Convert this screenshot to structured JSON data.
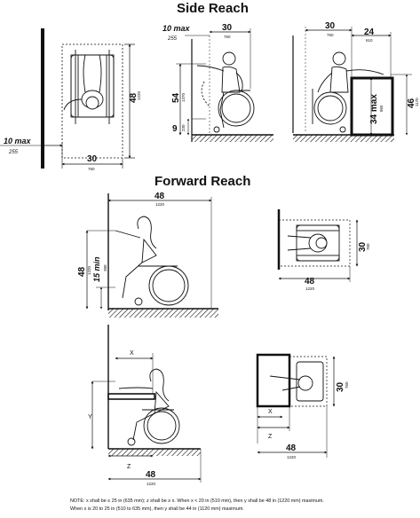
{
  "sections": {
    "side_reach_title": "Side Reach",
    "forward_reach_title": "Forward Reach"
  },
  "side_reach": {
    "plan": {
      "max_in": "10 max",
      "max_mm": "255",
      "width_in": "30",
      "width_mm": "760",
      "depth_in": "48",
      "depth_mm": "1220"
    },
    "elevation_high": {
      "max_in": "10 max",
      "max_mm": "255",
      "width_in": "30",
      "width_mm": "760",
      "high_in": "54",
      "high_mm": "1370",
      "low_in": "9",
      "low_mm": "230"
    },
    "elevation_obstructed": {
      "width_in": "30",
      "width_mm": "760",
      "reach_in": "24",
      "reach_mm": "610",
      "counter_in": "34 max",
      "counter_mm": "865",
      "high_in": "46",
      "high_mm": "1170"
    }
  },
  "forward_reach": {
    "elevation_unobstructed": {
      "width_in": "48",
      "width_mm": "1220",
      "height_in": "48",
      "height_mm": "1220",
      "low_in": "15 min",
      "low_mm": "380"
    },
    "plan_unobstructed": {
      "width_in": "48",
      "width_mm": "1220",
      "depth_in": "30",
      "depth_mm": "760"
    },
    "elevation_obstructed": {
      "x_label": "X",
      "y_label": "Y",
      "z_label": "Z",
      "width_in": "48",
      "width_mm": "1220"
    },
    "plan_obstructed": {
      "x_label": "X",
      "z_label": "Z",
      "width_in": "48",
      "width_mm": "1220",
      "depth_in": "30",
      "depth_mm": "760"
    }
  },
  "note": {
    "line1": "NOTE: x shall be ≤ 25 in (635 mm); z shall be ≥ x. When x < 20 in (510 mm), then y shall be 48 in (1220 mm) maximum.",
    "line2": "When x is 20 to 25 in (510 to 635 mm), then y shall be 44 in (1120 mm) maximum."
  }
}
